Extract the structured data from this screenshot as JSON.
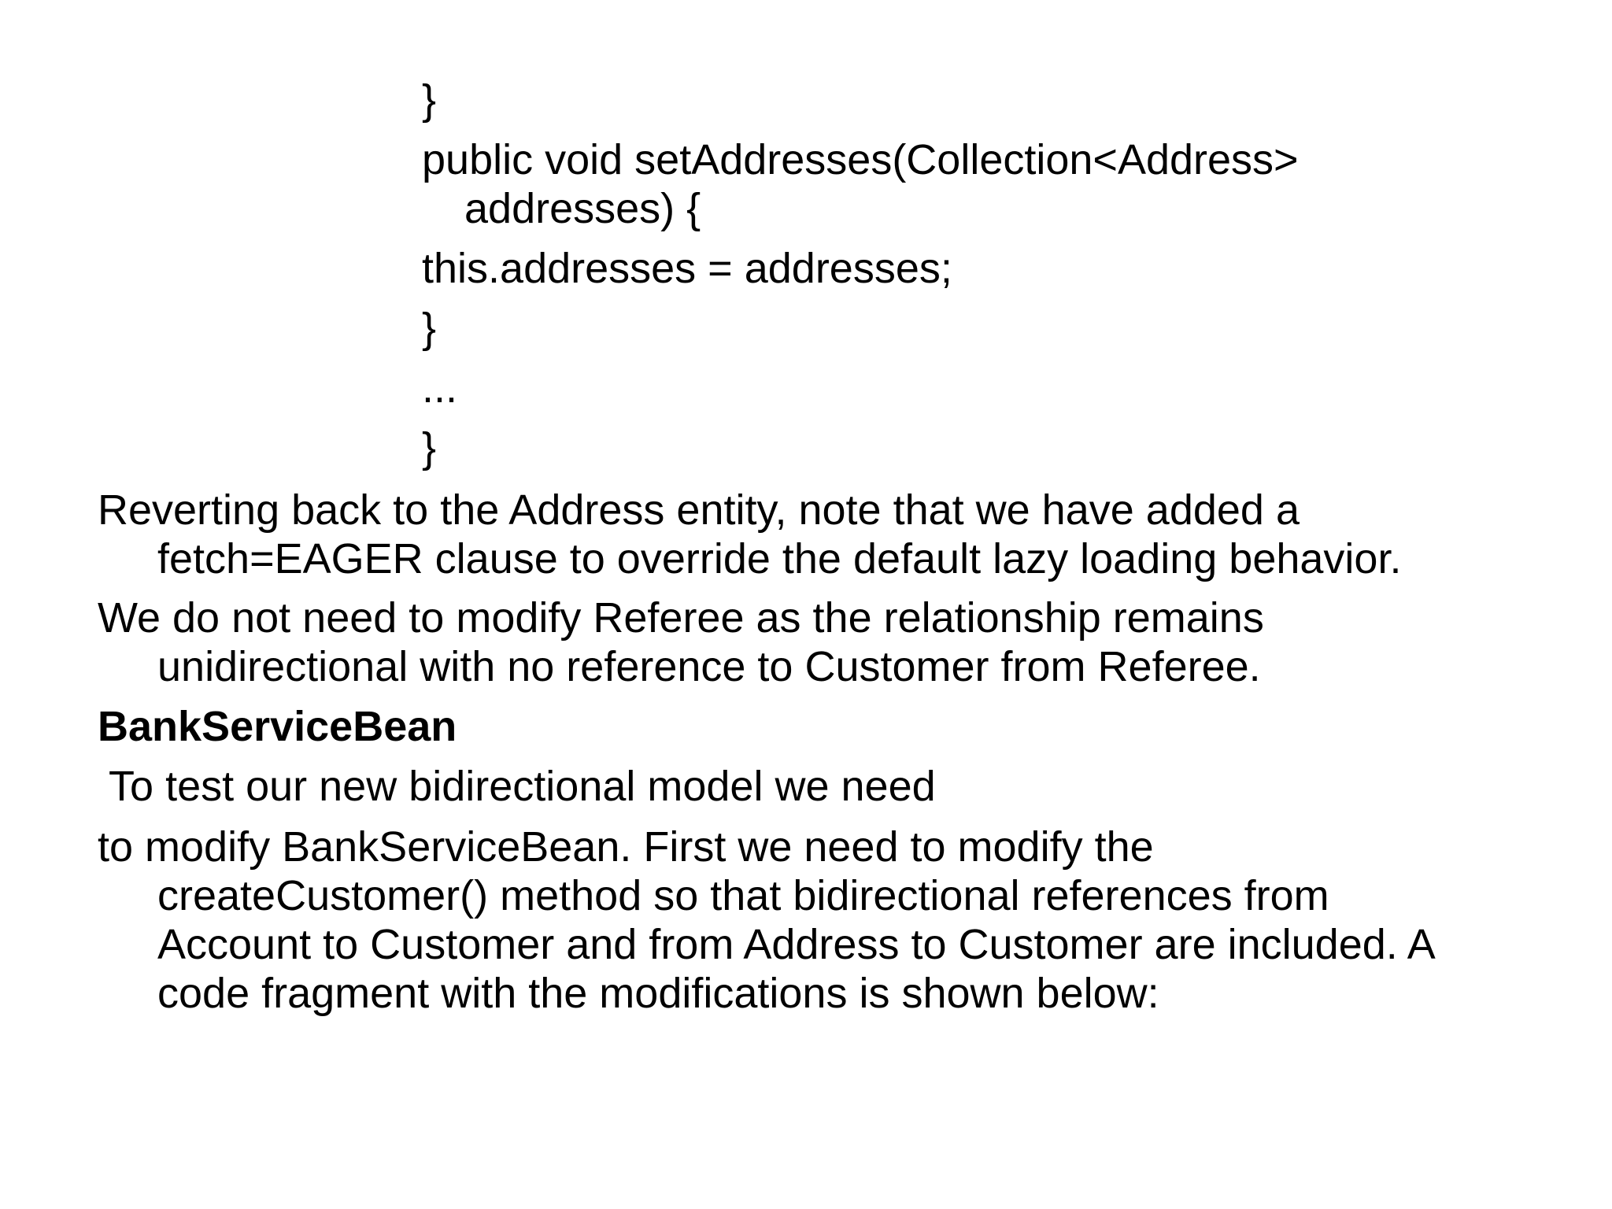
{
  "code": {
    "line1": "}",
    "line2": "public void setAddresses(Collection<Address>",
    "line2_cont": "addresses) {",
    "line3": "this.addresses = addresses;",
    "line4": "}",
    "line5": "...",
    "line6": "}"
  },
  "paragraphs": [
    {
      "lines": [
        "Reverting back to the Address entity, note that we have added a",
        "fetch=EAGER clause to override the default lazy loading behavior."
      ]
    },
    {
      "lines": [
        "We do not need to modify Referee as the relationship remains",
        "unidirectional with no reference to Customer from Referee."
      ]
    }
  ],
  "heading": "BankServiceBean",
  "intro_line": " To test our new bidirectional model we need",
  "final_paragraph": {
    "lines": [
      "to modify BankServiceBean. First we need to modify the",
      "createCustomer() method so that bidirectional references from",
      "Account to Customer and from Address to Customer are included. A",
      "code fragment with the modifications is shown below:"
    ]
  }
}
